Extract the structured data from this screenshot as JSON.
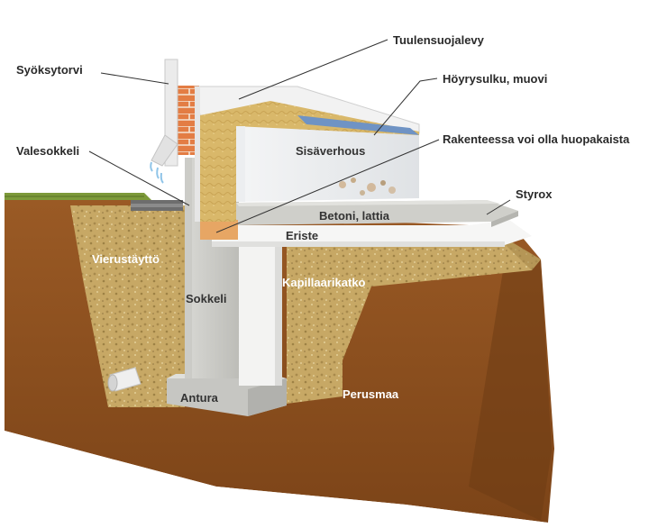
{
  "labels": {
    "tuulensuojalevy": "Tuulensuojalevy",
    "syoksytorvi": "Syöksytorvi",
    "hoyrysulku": "Höyrysulku, muovi",
    "rakenteessa": "Rakenteessa voi olla huopakaista",
    "valesokkeli": "Valesokkeli",
    "sisaverhous": "Sisäverhous",
    "styrox": "Styrox",
    "betoni_lattia": "Betoni, lattia",
    "eriste": "Eriste",
    "vierustaytto": "Vierustäyttö",
    "kapillaarikatko": "Kapillaarikatko",
    "sokkeli": "Sokkeli",
    "perusmaa": "Perusmaa",
    "antura": "Antura"
  },
  "colors": {
    "soil": "#8a4f1f",
    "gravel": "#c9ac6a",
    "concrete": "#cfcfcb",
    "insulation": "#f2f2f0",
    "wool": "#d9b766",
    "brick": "#e0713a",
    "vapor_barrier": "#6f93c4",
    "grass": "#7d9a3a"
  }
}
